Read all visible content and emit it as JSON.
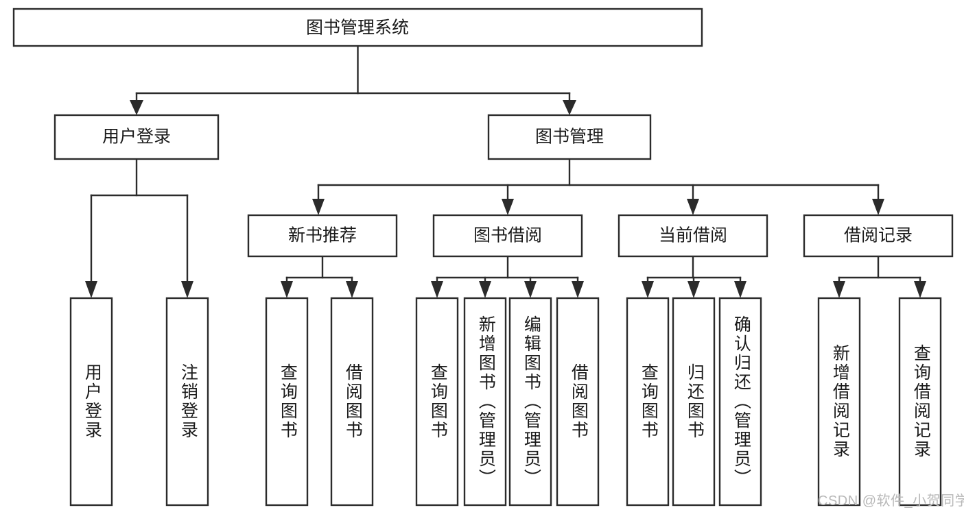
{
  "diagram": {
    "title": "图书管理系统",
    "type": "tree-hierarchy-chart",
    "orientation": "top-down",
    "colors": {
      "stroke": "#2b2b2b",
      "fill": "#ffffff",
      "text": "#1a1a1a",
      "watermark": "#b8b8b8",
      "background": "#ffffff"
    },
    "root": {
      "label": "图书管理系统"
    },
    "level2": [
      {
        "label": "用户登录"
      },
      {
        "label": "图书管理"
      }
    ],
    "level3": [
      {
        "label": "新书推荐"
      },
      {
        "label": "图书借阅"
      },
      {
        "label": "当前借阅"
      },
      {
        "label": "借阅记录"
      }
    ],
    "leaves": {
      "user_login": [
        {
          "label": "用户登录"
        },
        {
          "label": "注销登录"
        }
      ],
      "new_book_recommend": [
        {
          "label": "查询图书"
        },
        {
          "label": "借阅图书"
        }
      ],
      "book_borrow": [
        {
          "label": "查询图书"
        },
        {
          "label": "新增图书（管理员）"
        },
        {
          "label": "编辑图书（管理员）"
        },
        {
          "label": "借阅图书"
        }
      ],
      "current_borrow": [
        {
          "label": "查询图书"
        },
        {
          "label": "归还图书"
        },
        {
          "label": "确认归还（管理员）"
        }
      ],
      "borrow_record": [
        {
          "label": "新增借阅记录"
        },
        {
          "label": "查询借阅记录"
        }
      ]
    }
  },
  "watermark": {
    "text": "CSDN @软件_小贺同学"
  }
}
